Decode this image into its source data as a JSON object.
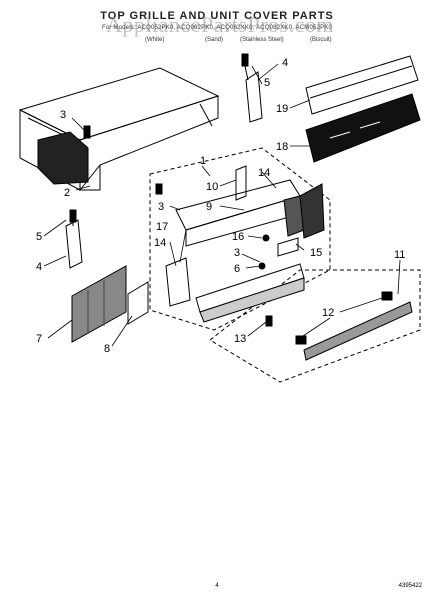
{
  "header": {
    "title": "TOP GRILLE AND UNIT COVER PARTS",
    "models_line": "For Models: ACQ052PK0, ACQ062PK0, ACQ062XK0, ACQ082XK0, ACM052PK0",
    "variants": [
      "(White)",
      "(Sand)",
      "(Stainless Steel)",
      "(Biscuit)"
    ],
    "watermark": "AppliancePartsPros.com"
  },
  "callouts": {
    "c1": "1",
    "c2": "2",
    "c3a": "3",
    "c3b": "3",
    "c3c": "3",
    "c4a": "4",
    "c4b": "4",
    "c5a": "5",
    "c5b": "5",
    "c6": "6",
    "c7": "7",
    "c8": "8",
    "c9": "9",
    "c10": "10",
    "c11": "11",
    "c12": "12",
    "c13": "13",
    "c14a": "14",
    "c14b": "14",
    "c15": "15",
    "c16": "16",
    "c17": "17",
    "c18": "18",
    "c19": "19"
  },
  "footer": {
    "page": "4",
    "doc": "4395422"
  }
}
